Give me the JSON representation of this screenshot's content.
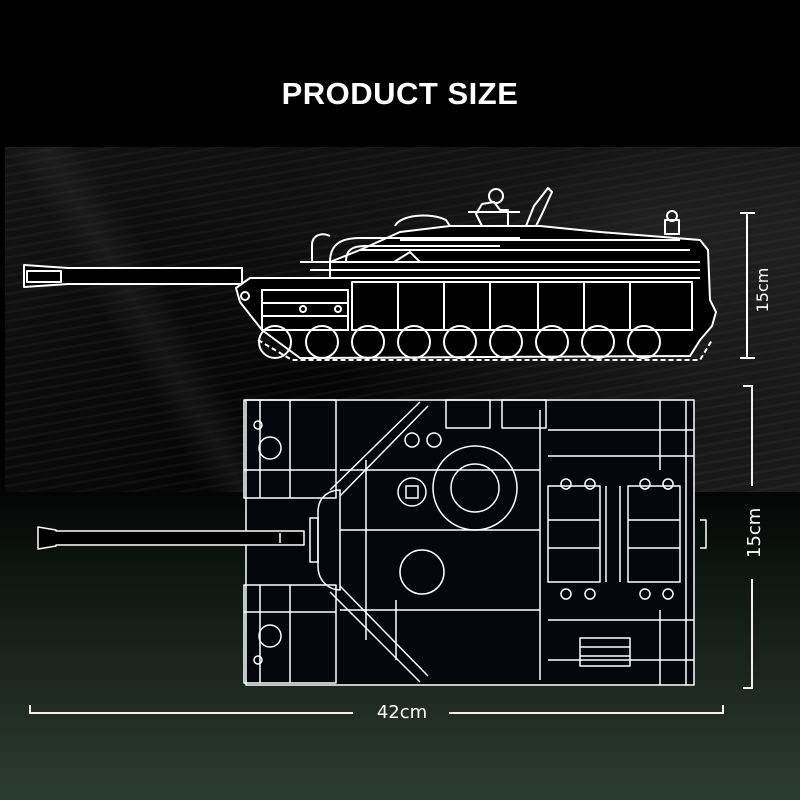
{
  "page": {
    "title": "PRODUCT SIZE"
  },
  "dimensions": {
    "side_view_height": "15cm",
    "top_view_width": "15cm",
    "overall_length": "42cm"
  },
  "views": {
    "side": "tank-side-view-outline",
    "top": "tank-top-view-outline"
  },
  "colors": {
    "line": "#ffffff",
    "background_top": "#000000",
    "background_bottom": "#2b3d30",
    "fill_dark": "#05070d"
  }
}
